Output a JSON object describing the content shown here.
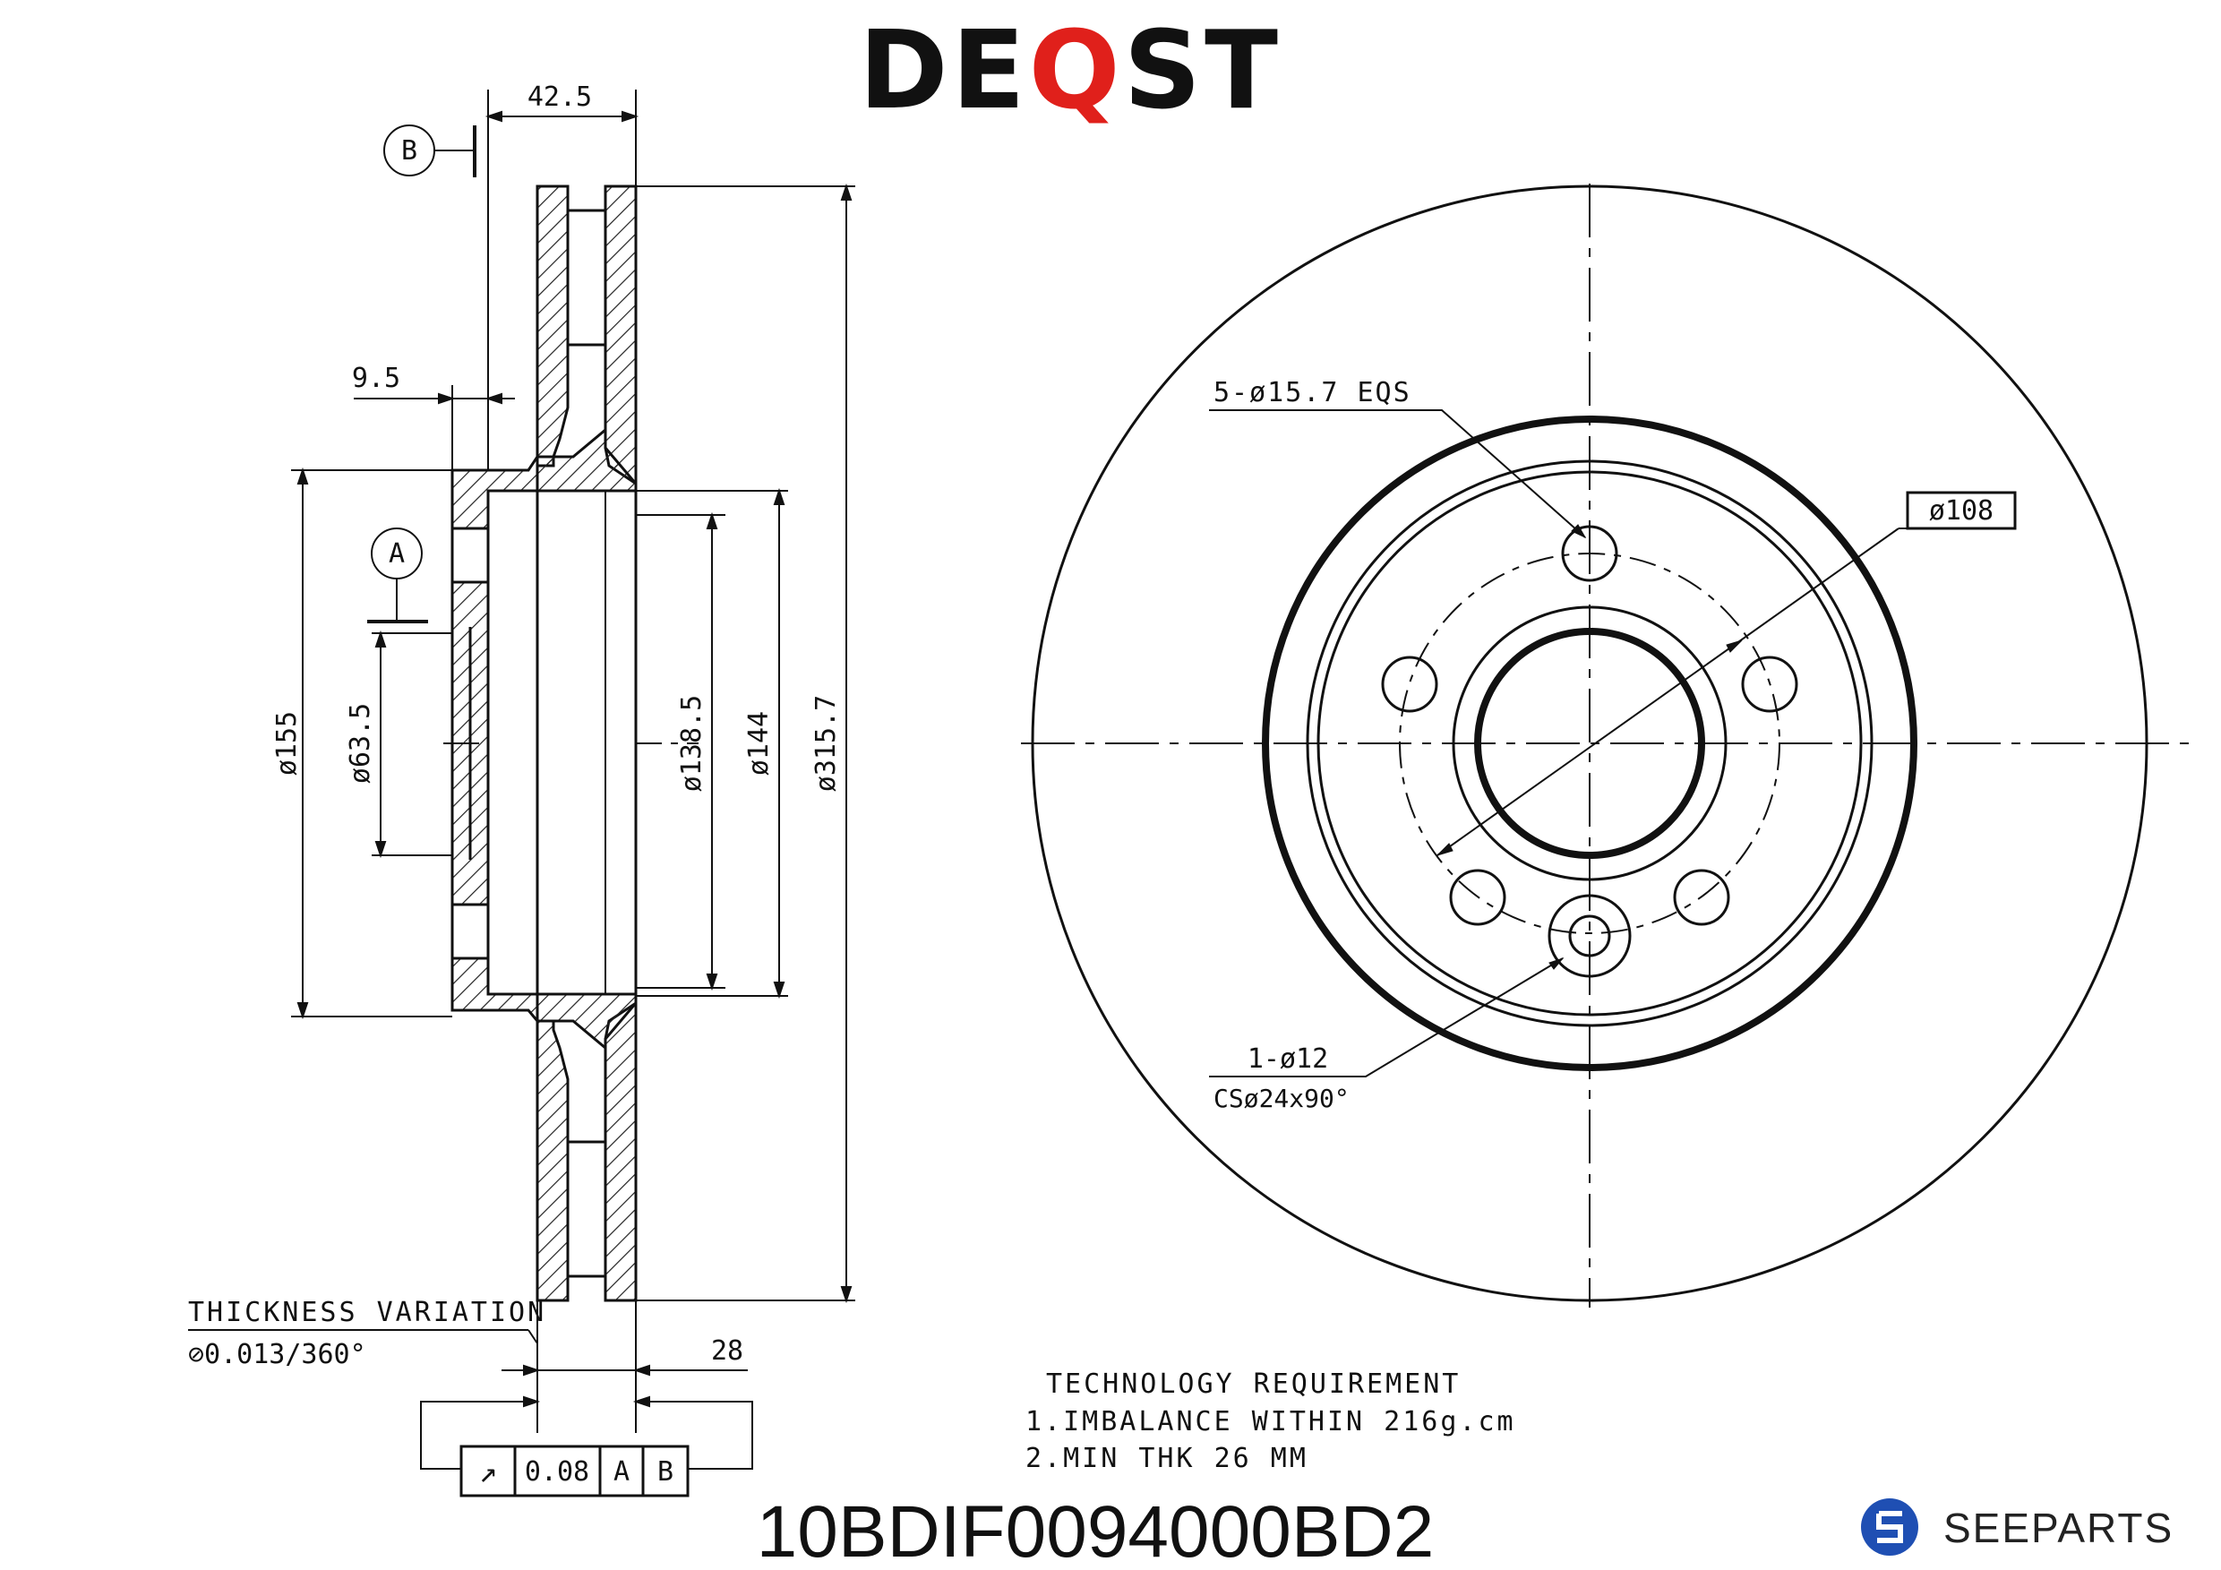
{
  "brand": {
    "prefix": "DE",
    "accent_letter": "Q",
    "suffix": "ST",
    "accent_color": "#e0201b",
    "text_color": "#111111"
  },
  "part_number": "10BDIF0094000BD2",
  "footer_brand": {
    "name": "SEEPARTS",
    "logo_color": "#1f4fb3"
  },
  "datums": {
    "a": "A",
    "b": "B"
  },
  "side_view": {
    "dim_offset": "42.5",
    "dim_hub": "9.5",
    "dia_155": "ø155",
    "dia_63_5": "ø63.5",
    "dia_138_5": "ø138.5",
    "dia_144": "ø144",
    "dia_315_7": "ø315.7",
    "thickness": "28"
  },
  "thickness_variation": {
    "label": "THICKNESS VARIATION",
    "value": "⊘0.013/360°"
  },
  "runout_frame": {
    "symbol": "↗",
    "tolerance": "0.08",
    "datum_a": "A",
    "datum_b": "B"
  },
  "front_view": {
    "bolt_holes": "5-ø15.7 EQS",
    "pcd": "ø108",
    "aux_hole_1": "1-ø12",
    "aux_hole_2": "CSø24x90°"
  },
  "tech": {
    "title": "TECHNOLOGY REQUIREMENT",
    "line1": "1.IMBALANCE WITHIN 216g.cm",
    "line2": "2.MIN THK 26 MM"
  }
}
